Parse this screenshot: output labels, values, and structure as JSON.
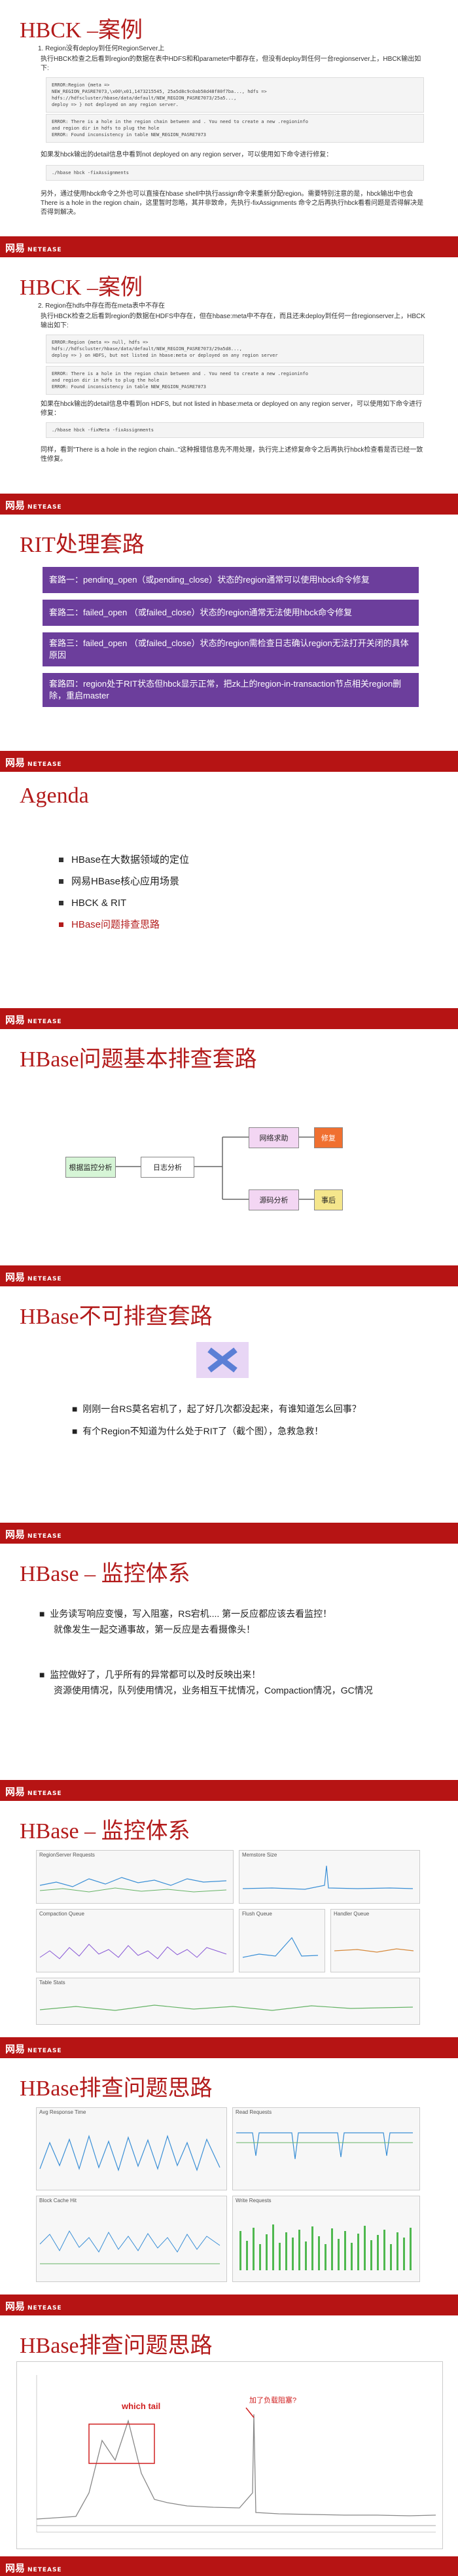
{
  "footer": {
    "logo_main": "网易",
    "logo_sub": "NETEASE"
  },
  "slide1": {
    "title": "HBCK –案例",
    "step": "1.  Region没有deploy到任何RegionServer上",
    "desc": "执行HBCK检查之后看到region的数据在表中HDFS和和parameter中都存在，但没有deploy到任何一台regionserver上，HBCK输出如下:",
    "code": "ERROR:Region {meta =>\nNEW_REGION_PASRE7073,\\x00\\x01,1473215545, 25a5d8c9c0ab58d48f80f7ba..., hdfs =>\nhdfs://hdfscluster/hbase/data/default/NEW_REGION_PASRE7073/25a5..., \ndeploy => } not deployed on any region server.",
    "code2": "ERROR: There is a hole in the region chain between and . You need to create a new .regioninfo\nand region dir in hdfs to plug the hole\nERROR: Found inconsistency in table NEW_REGION_PASRE7073",
    "fix": "如果发hbck输出的detail信息中看到not deployed on any region server，可以使用如下命令进行修复：",
    "cmd": "./hbase hbck -fixAssignments",
    "note": "另外，通过使用hbck命令之外也可以直接在hbase shell中执行assign命令来重新分配region。需要特别注意的是，hbck输出中也会There is a hole in the region chain，这里暂时忽略，其并非致命，先执行-fixAssignments 命令之后再执行hbck看看问题是否得解决是否得到解决。"
  },
  "slide2": {
    "title": "HBCK –案例",
    "step": "2.  Region在hdfs中存在而在meta表中不存在",
    "desc": "执行HBCK检查之后看到region的数据在HDFS中存在，但在hbase:meta中不存在，而且还未deploy到任何一台regionserver上，HBCK输出如下:",
    "code": "ERROR:Region {meta => null, hdfs =>\nhdfs://hdfscluster/hbase/data/default/NEW_REGION_PASRE7073/29a5d8..., \ndeploy => } on HDFS, but not listed in hbase:meta or deployed on any region server",
    "code2": "ERROR: There is a hole in the region chain between and . You need to create a new .regioninfo\nand region dir in hdfs to plug the hole\nERROR: Found inconsistency in table NEW_REGION_PASRE7073",
    "fix": "如果在hbck输出的detail信息中看到on HDFS, but not listed in hbase:meta or deployed on any region server，可以使用如下命令进行修复：",
    "cmd": "./hbase hbck -fixMeta -fixAssignments",
    "note": "同样，看到\"There is a hole in the region chain..\"这种报错信息先不用处理，执行完上述修复命令之后再执行hbck检查看是否已经一致性修复。"
  },
  "slide3": {
    "title": "RIT处理套路",
    "rows": [
      "套路一：pending_open（或pending_close）状态的region通常可以使用hbck命令修复",
      "套路二：failed_open （或failed_close）状态的region通常无法使用hbck命令修复",
      "套路三：failed_open （或failed_close）状态的region需检查日志确认region无法打开关闭的具体原因",
      "套路四：region处于RIT状态但hbck显示正常，把zk上的region-in-transaction节点相关region删除，重启master"
    ]
  },
  "slide4": {
    "title": "Agenda",
    "items": [
      "HBase在大数据领域的定位",
      "网易HBase核心应用场景",
      "HBCK & RIT",
      "HBase问题排查思路"
    ]
  },
  "slide5": {
    "title": "HBase问题基本排查套路",
    "nodes": {
      "monitor": "根据监控分析",
      "log": "日志分析",
      "ask": "网络求助",
      "source": "源码分析",
      "fix": "修复",
      "event": "事后"
    }
  },
  "slide6": {
    "title": "HBase不可排查套路",
    "lines": [
      "刚刚一台RS莫名宕机了，起了好几次都没起来，有谁知道怎么回事？",
      "有个Region不知道为什么处于RIT了（截个图），急救急救！"
    ]
  },
  "slide7": {
    "title": "HBase – 监控体系",
    "lines": [
      "业务读写响应变慢，写入阻塞，RS宕机.... 第一反应都应该去看监控！",
      "就像发生一起交通事故，第一反应是去看摄像头！",
      "监控做好了，几乎所有的异常都可以及时反映出来！",
      "资源使用情况，队列使用情况，业务相互干扰情况，Compaction情况，GC情况"
    ]
  },
  "slide8": {
    "title": "HBase – 监控体系",
    "panels": [
      "RegionServer Requests",
      "Memstore Size",
      "Compaction Queue",
      "Flush Queue",
      "Handler Queue",
      "Table Stats"
    ]
  },
  "slide9": {
    "title": "HBase排查问题思路",
    "panels": [
      "Avg Response Time",
      "Read Requests",
      "Block Cache Hit",
      "Write Requests"
    ]
  },
  "slide10": {
    "title": "HBase排查问题思路",
    "annot1": "which tail",
    "annot2": "加了负载阻塞?"
  }
}
